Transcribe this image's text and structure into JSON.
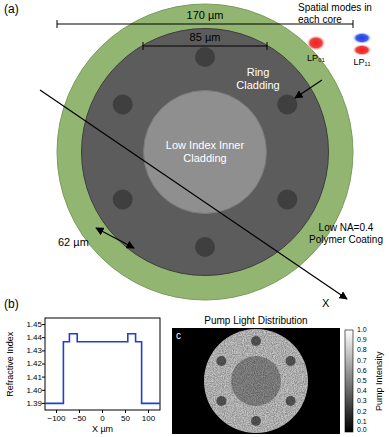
{
  "diagram": {
    "nodes": [
      {
        "text": [
          "Ring Cladding"
        ]
      },
      {
        "text": [
          "Low Index Inner Cladding"
        ],
        "in": 0
      }
    ],
    "labels": [
      "(a)",
      "170 µm",
      "85 µm",
      "Spatial modes in each core",
      "LP₀₁",
      "LP₁₁",
      "62 µm",
      "Low NA=0.4 Polymer Coating",
      "X",
      "(b)",
      "Refractive Index",
      "1.45",
      "1.44",
      "1.43",
      "1.42",
      "1.41",
      "1.40",
      "1.39",
      "−100",
      "−50",
      "0",
      "50",
      "100",
      "X µm",
      "Pump Light Distribution",
      "c",
      "1.0",
      "0.9",
      "0.8",
      "0.7",
      "0.6",
      "0.5",
      "0.4",
      "0.3",
      "0.2",
      "0.1",
      "0.0",
      "Pump Intensity"
    ]
  }
}
